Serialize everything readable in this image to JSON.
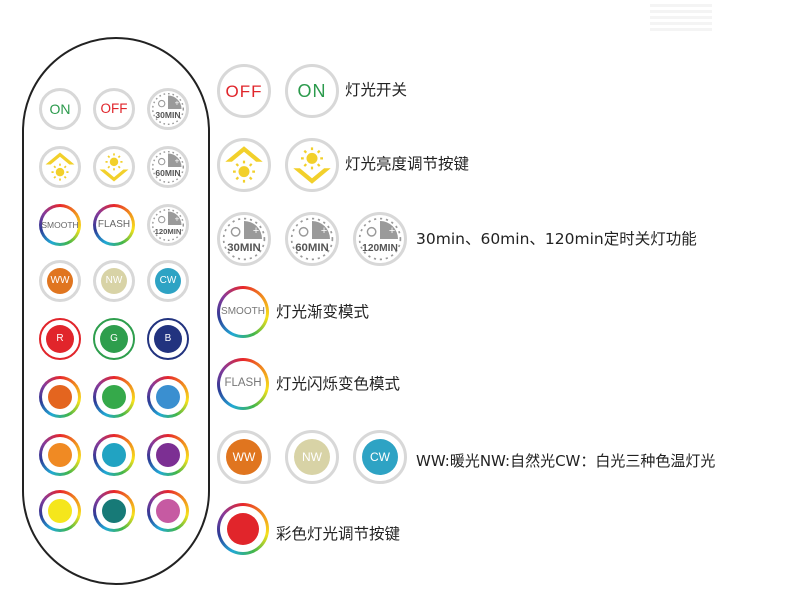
{
  "remote": {
    "row1": {
      "on": "ON",
      "off": "OFF",
      "timer": "30MIN"
    },
    "row2": {
      "timer": "60MIN"
    },
    "row3": {
      "smooth": "SMOOTH",
      "flash": "FLASH",
      "timer": "120MIN"
    },
    "row4": {
      "ww": "WW",
      "nw": "NW",
      "cw": "CW"
    },
    "row5": {
      "r": "R",
      "g": "G",
      "b": "B"
    }
  },
  "legend": {
    "off": "OFF",
    "on": "ON",
    "power_desc": "灯光开关",
    "brightness_desc": "灯光亮度调节按键",
    "timer_30": "30MIN",
    "timer_60": "60MIN",
    "timer_120": "120MIN",
    "timer_desc": "30min、60min、120min定时关灯功能",
    "smooth": "SMOOTH",
    "smooth_desc": "灯光渐变模式",
    "flash": "FLASH",
    "flash_desc": "灯光闪烁变色模式",
    "ww": "WW",
    "nw": "NW",
    "cw": "CW",
    "white_desc": "WW:暖光NW:自然光CW：白光三种色温灯光",
    "color_desc": "彩色灯光调节按键"
  },
  "colors": {
    "red": "#e1252b",
    "green": "#2e9e4d",
    "blue": "#22337f",
    "orange": "#e4651f",
    "amber": "#f08a23",
    "teal": "#21a3c2",
    "cyan": "#3a9ed8",
    "purple": "#7c2f93",
    "yellow": "#f5e61c",
    "dark_teal": "#177a77",
    "pink": "#c65aa2",
    "ww": "#e0751f",
    "nw": "#d8d3a6",
    "cw": "#2ea3c4",
    "light_green": "#35a94a",
    "sun": "#f2d02b",
    "off_text": "#e0252b",
    "on_text": "#2b9a4c"
  },
  "icons": [
    "power-off-icon",
    "power-on-icon",
    "timer-icon",
    "brightness-up-icon",
    "brightness-down-icon"
  ]
}
